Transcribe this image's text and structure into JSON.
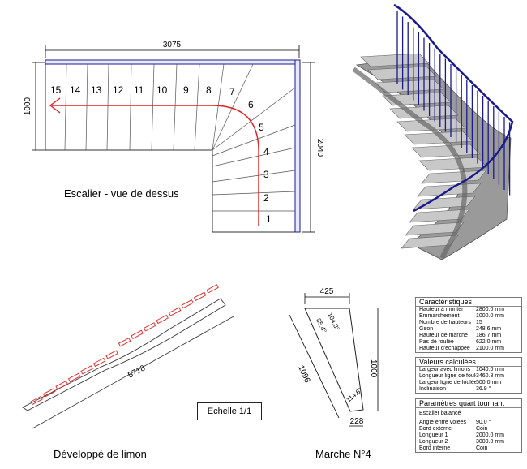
{
  "plan": {
    "dim_total_width": "3075",
    "dim_left_height": "1000",
    "dim_right_height": "2040",
    "caption": "Escalier - vue de dessus",
    "steps": [
      "1",
      "2",
      "3",
      "4",
      "5",
      "6",
      "7",
      "8",
      "9",
      "10",
      "11",
      "12",
      "13",
      "14",
      "15"
    ]
  },
  "limon": {
    "length": "5718",
    "caption": "Développé de limon"
  },
  "marche": {
    "top": "425",
    "bottom": "228",
    "left": "1096",
    "right": "1000",
    "angle_a": "85.4°",
    "angle_b": "104.3°",
    "angle_c": "114.6°",
    "caption": "Marche N°4"
  },
  "echelle": "Echelle 1/1",
  "caracteristiques": {
    "title": "Caractéristiques",
    "rows": [
      {
        "k": "Hauteur à monter",
        "v": "2800.0 mm"
      },
      {
        "k": "Emmarchement",
        "v": "1000.0 mm"
      },
      {
        "k": "Nombre de hauteurs",
        "v": "15"
      },
      {
        "k": "Giron",
        "v": "248.6 mm"
      },
      {
        "k": "Hauteur de marche",
        "v": "186.7 mm"
      },
      {
        "k": "Pas de foulée",
        "v": "622.0 mm"
      },
      {
        "k": "Hauteur d'échappée",
        "v": "2100.0 mm"
      }
    ]
  },
  "valeurs": {
    "title": "Valeurs calculées",
    "rows": [
      {
        "k": "Largeur avec limons",
        "v": "1040.0 mm"
      },
      {
        "k": "Longueur ligne de foulée",
        "v": "3460.8 mm"
      },
      {
        "k": "Largeur ligne de foulée",
        "v": "500.0 mm"
      },
      {
        "k": "Inclinaison",
        "v": "36.9 °"
      }
    ]
  },
  "quart": {
    "title": "Paramètres quart tournant",
    "subtitle": "Escalier balancé",
    "rows": [
      {
        "k": "Angle entre volées",
        "v": "90.0 °"
      },
      {
        "k": "Bord externe",
        "v": "Coin"
      },
      {
        "k": "Longueur 1",
        "v": "2000.0 mm"
      },
      {
        "k": "Longueur 2",
        "v": "3000.0 mm"
      },
      {
        "k": "Bord interne",
        "v": "Coin"
      }
    ]
  },
  "colors": {
    "walk_line": "#e02020",
    "railing": "#1a1a8c",
    "stairs_3d": "#8a8a8a"
  }
}
